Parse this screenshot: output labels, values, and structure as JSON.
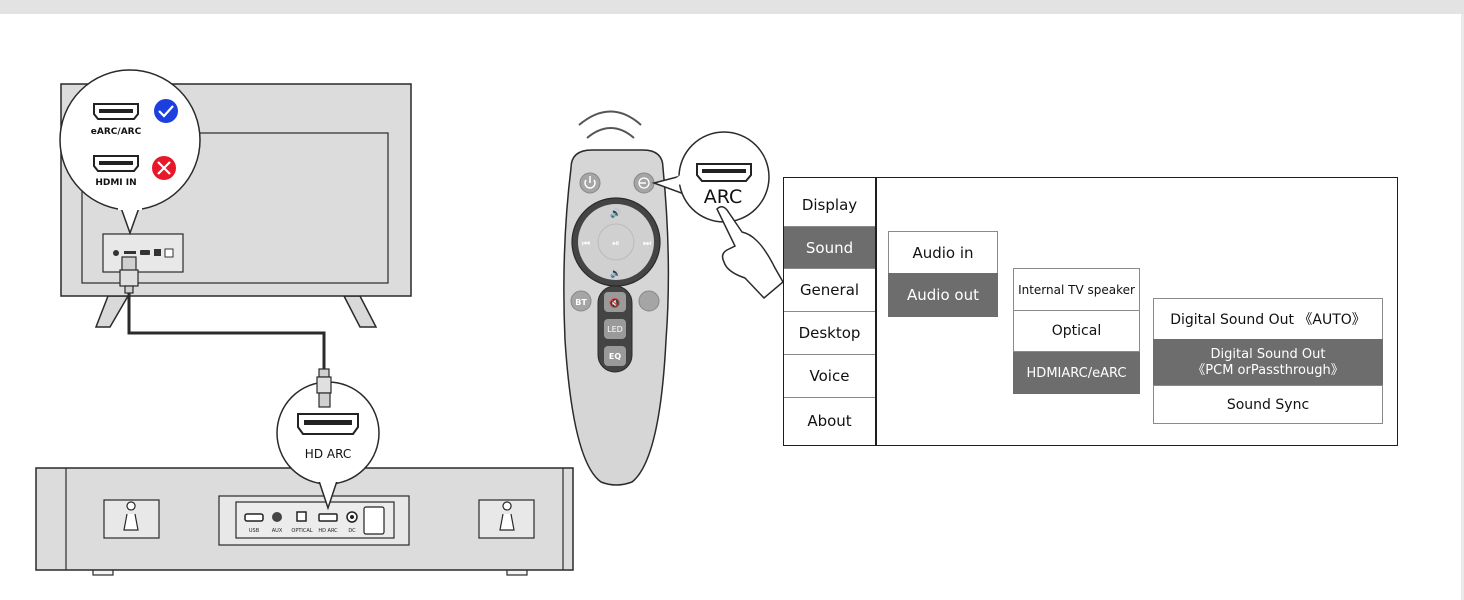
{
  "tv_callout": {
    "earc_label": "eARC/ARC",
    "hdmi_in_label": "HDMI IN"
  },
  "soundbar_callout": {
    "label": "HD ARC"
  },
  "soundbar_ports": [
    "USB",
    "AUX",
    "OPTICAL",
    "HD ARC",
    "DC"
  ],
  "remote": {
    "led_label": "LED",
    "eq_label": "EQ",
    "bt_label": "BT",
    "callout_label": "ARC"
  },
  "menu": {
    "main_items": [
      "Display",
      "Sound",
      "General",
      "Desktop",
      "Voice",
      "About"
    ],
    "active_main": "Sound",
    "sound_submenu": [
      "Audio in",
      "Audio out"
    ],
    "audio_out_submenu": [
      "Internal TV speaker",
      "Optical",
      "HDMIARC/eARC"
    ],
    "hdmi_arc_submenu": {
      "auto": "Digital Sound Out 《AUTO》",
      "pcm_line1": "Digital Sound Out",
      "pcm_line2": "《PCM orPassthrough》",
      "sync": "Sound Sync"
    }
  },
  "colors": {
    "active_fill": "#6d6d6d",
    "check_blue": "#1e3fe0",
    "cross_red": "#e8182a",
    "device_gray": "#dcdcdc",
    "outline": "#2a2a2a"
  }
}
